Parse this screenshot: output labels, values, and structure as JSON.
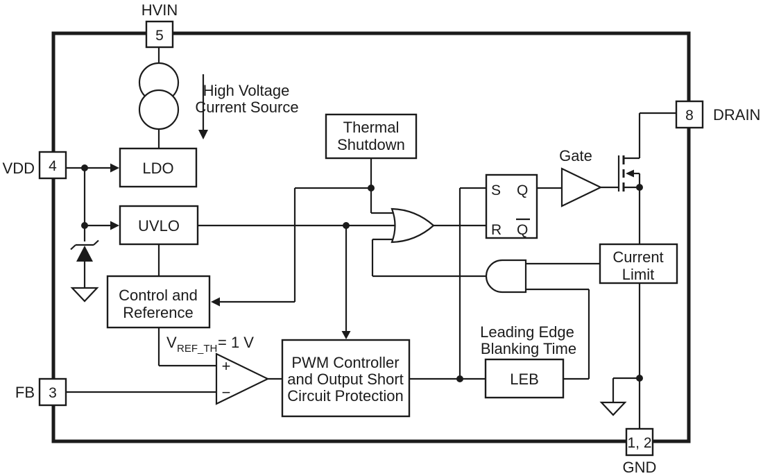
{
  "colors": {
    "ink": "#1b1b1b",
    "background": "#ffffff"
  },
  "pins": {
    "hvin": {
      "label": "HVIN",
      "number": "5"
    },
    "vdd": {
      "label": "VDD",
      "number": "4"
    },
    "fb": {
      "label": "FB",
      "number": "3"
    },
    "drain": {
      "label": "DRAIN",
      "number": "8"
    },
    "gnd": {
      "label": "GND",
      "number": "1, 2"
    }
  },
  "blocks": {
    "ldo": {
      "label": "LDO"
    },
    "uvlo": {
      "label": "UVLO"
    },
    "control_reference": {
      "line1": "Control and",
      "line2": "Reference"
    },
    "thermal_shutdown": {
      "line1": "Thermal",
      "line2": "Shutdown"
    },
    "pwm": {
      "line1": "PWM Controller",
      "line2": "and Output Short",
      "line3": "Circuit Protection"
    },
    "leb": {
      "label": "LEB"
    },
    "current_limit": {
      "line1": "Current",
      "line2": "Limit"
    }
  },
  "annotations": {
    "hv_current_source": {
      "line1": "High Voltage",
      "line2": "Current Source"
    },
    "leb_caption": {
      "line1": "Leading Edge",
      "line2": "Blanking Time"
    },
    "gate_driver": {
      "label": "Gate"
    },
    "vref": {
      "symbol": "V",
      "subscript": "REF_TH",
      "value": "= 1 V"
    },
    "comparator": {
      "plus": "+",
      "minus": "−"
    },
    "sr_latch": {
      "set": "S",
      "reset": "R",
      "q": "Q",
      "q_bar": "Q"
    }
  }
}
